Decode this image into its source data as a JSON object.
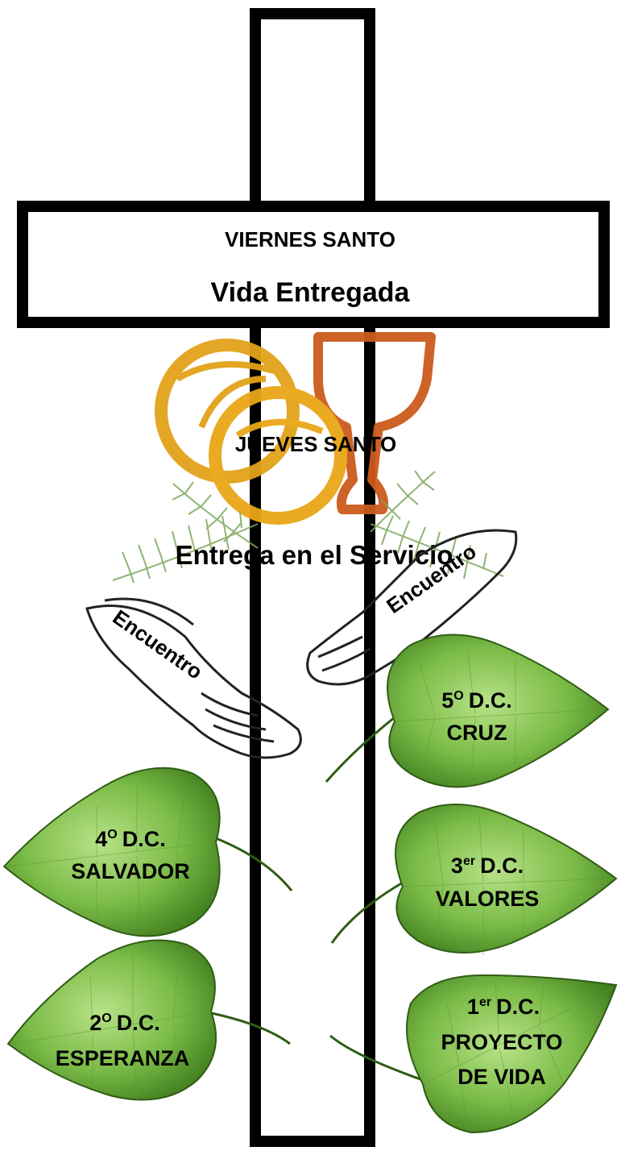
{
  "crossbar": {
    "line1": "VIERNES SANTO",
    "line2": "Vida Entregada"
  },
  "jueves": {
    "title": "JUEVES SANTO",
    "subtitle": "Entrega en el Servicio"
  },
  "hands": {
    "left_label": "Encuentro",
    "right_label": "Encuentro"
  },
  "leaves": [
    {
      "num": "5",
      "sup": "O",
      "line1": "D.C.",
      "line2": "CRUZ"
    },
    {
      "num": "4",
      "sup": "O",
      "line1": "D.C.",
      "line2": "SALVADOR"
    },
    {
      "num": "3",
      "sup": "er",
      "line1": "D.C.",
      "line2": "VALORES"
    },
    {
      "num": "2",
      "sup": "O",
      "line1": "D.C.",
      "line2": "ESPERANZA"
    },
    {
      "num": "1",
      "sup": "er",
      "line1": "D.C.",
      "line2": "PROYECTO",
      "line3": "DE VIDA"
    }
  ],
  "colors": {
    "cross_outline": "#000000",
    "leaf_light": "#a8d878",
    "leaf_dark": "#3d7a1c",
    "leaf_stroke": "#2f5d14",
    "bread": "#e2a21a",
    "chalice": "#cc5a1c",
    "palm": "#7ca85a"
  }
}
